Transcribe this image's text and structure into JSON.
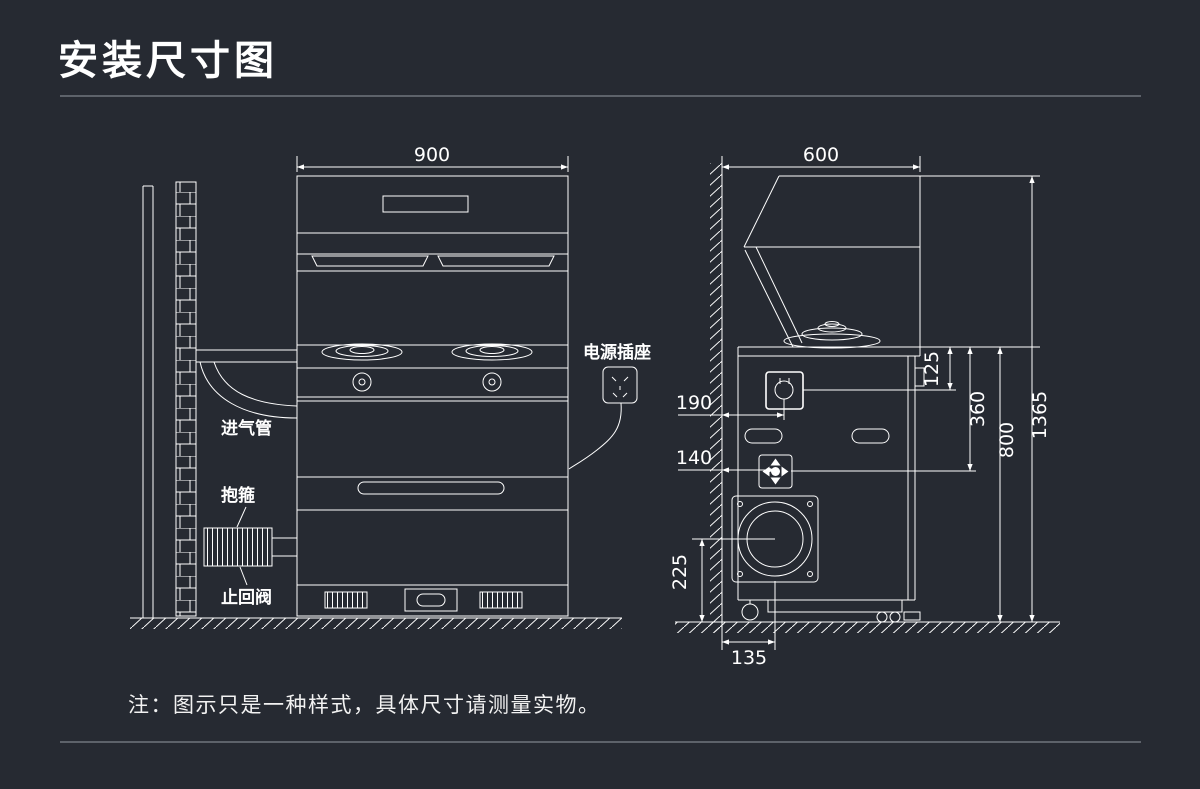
{
  "header": {
    "title": "安装尺寸图"
  },
  "front_view": {
    "dim_width": "900",
    "label_power_socket": "电源插座",
    "label_gas_inlet_pipe": "进气管",
    "label_clamp": "抱箍",
    "label_check_valve": "止回阀"
  },
  "side_view": {
    "dim_depth": "600",
    "dim_socket_from_wall": "190",
    "dim_valve_from_wall": "140",
    "dim_flue_center_height": "225",
    "dim_flue_center_from_wall": "135",
    "dim_socket_below_top": "125",
    "dim_valve_below_top": "360",
    "dim_counter_height": "800",
    "dim_total_height": "1365"
  },
  "footer": {
    "note": "注：图示只是一种样式，具体尺寸请测量实物。"
  },
  "colors": {
    "background": "#262A32",
    "line": "#FFFFFF",
    "divider": "#5D626A"
  }
}
